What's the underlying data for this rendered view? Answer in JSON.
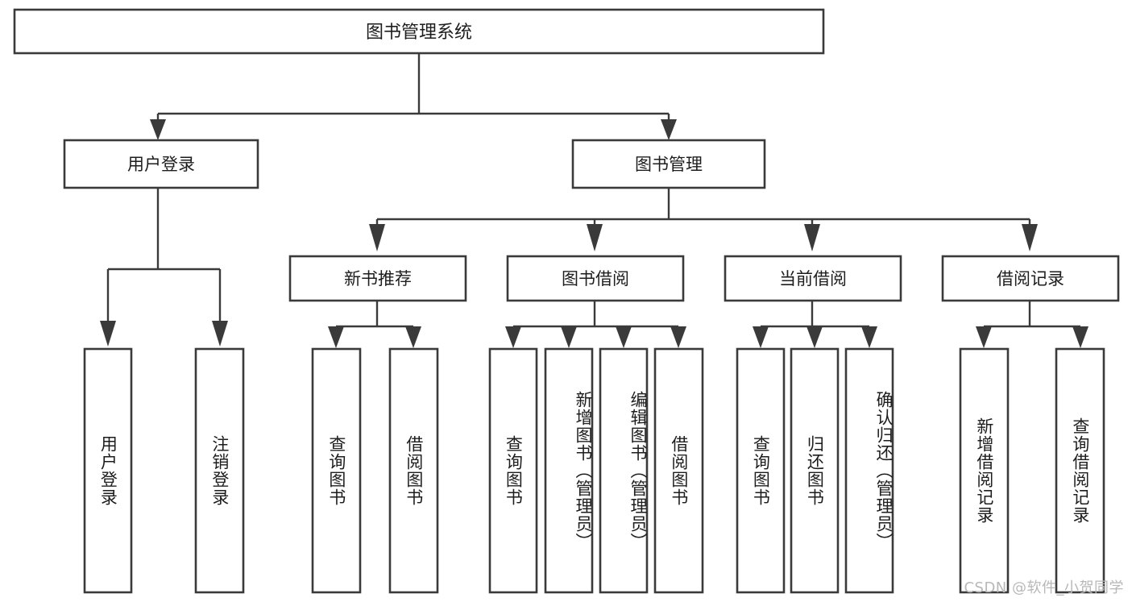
{
  "diagram": {
    "type": "tree-hierarchy",
    "title": "图书管理系统",
    "watermark": "CSDN @软件_小贺同学",
    "colors": {
      "background": "#ffffff",
      "stroke": "#3a3a3a",
      "box_fill": "#ffffff",
      "text": "#1d1d1d",
      "watermark": "#b8b8b8"
    },
    "root": {
      "label": "图书管理系统"
    },
    "level1": [
      {
        "id": "user-login",
        "label": "用户登录"
      },
      {
        "id": "book-management",
        "label": "图书管理"
      }
    ],
    "level2": [
      {
        "id": "new-book-recommend",
        "label": "新书推荐",
        "parent": "book-management"
      },
      {
        "id": "book-borrow",
        "label": "图书借阅",
        "parent": "book-management"
      },
      {
        "id": "current-borrow",
        "label": "当前借阅",
        "parent": "book-management"
      },
      {
        "id": "borrow-record",
        "label": "借阅记录",
        "parent": "book-management"
      }
    ],
    "leaves": {
      "user-login": [
        {
          "id": "leaf-user-login",
          "label": "用户登录"
        },
        {
          "id": "leaf-user-logout",
          "label": "注销登录"
        }
      ],
      "new-book-recommend": [
        {
          "id": "leaf-query-book-1",
          "label": "查询图书"
        },
        {
          "id": "leaf-borrow-book-1",
          "label": "借阅图书"
        }
      ],
      "book-borrow": [
        {
          "id": "leaf-query-book-2",
          "label": "查询图书"
        },
        {
          "id": "leaf-add-book",
          "label": "新增图书（管理员）"
        },
        {
          "id": "leaf-edit-book",
          "label": "编辑图书（管理员）"
        },
        {
          "id": "leaf-borrow-book-2",
          "label": "借阅图书"
        }
      ],
      "current-borrow": [
        {
          "id": "leaf-query-book-3",
          "label": "查询图书"
        },
        {
          "id": "leaf-return-book",
          "label": "归还图书"
        },
        {
          "id": "leaf-confirm-return",
          "label": "确认归还（管理员）"
        }
      ],
      "borrow-record": [
        {
          "id": "leaf-add-record",
          "label": "新增借阅记录"
        },
        {
          "id": "leaf-query-record",
          "label": "查询借阅记录"
        }
      ]
    }
  }
}
